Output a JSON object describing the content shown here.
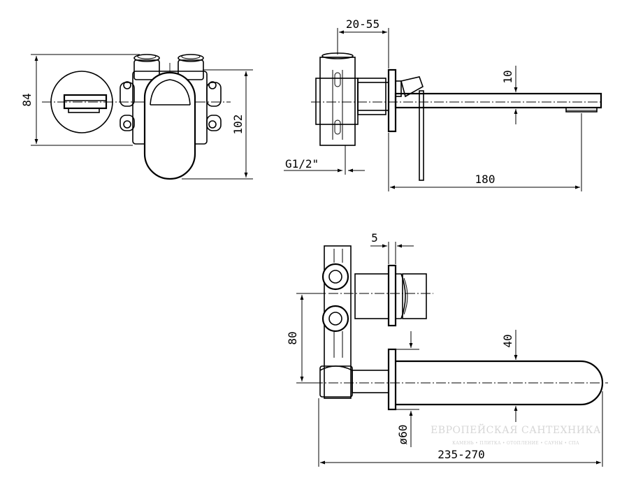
{
  "dimensions": {
    "front_height": "84",
    "front_overall_height": "102",
    "side_wall_range": "20-55",
    "side_spout_offset": "10",
    "side_thread": "G1/2\"",
    "side_spout_length": "180",
    "plan_plate_gap": "5",
    "plan_centres": "80",
    "plan_spout_width": "40",
    "plan_rosette_diameter": "ø60",
    "plan_overall_length": "235-270"
  },
  "watermark": {
    "title": "ЕВРОПЕЙСКАЯ САНТЕХНИКА",
    "subtitle": "КАМЕНЬ • ПЛИТКА • ОТОПЛЕНИЕ • САУНЫ • СПА"
  },
  "colors": {
    "line": "#000000",
    "background": "#ffffff",
    "watermark": "#d6d6d6"
  }
}
